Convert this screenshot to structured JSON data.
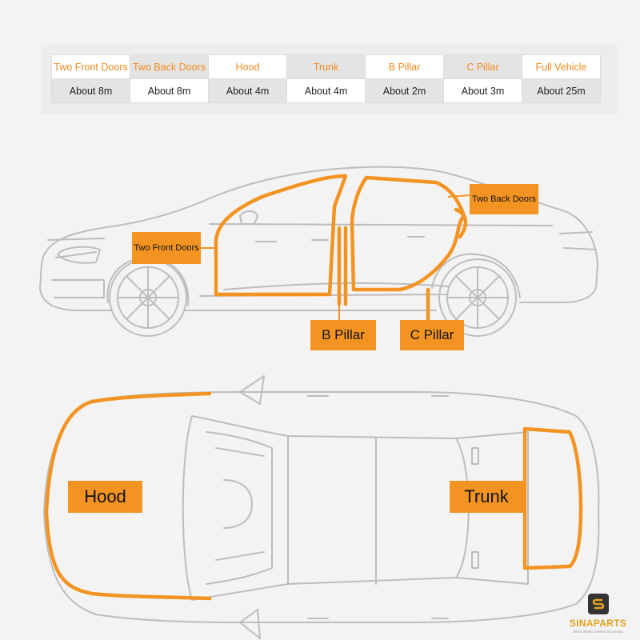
{
  "table": {
    "headers": [
      "Two Front Doors",
      "Two Back Doors",
      "Hood",
      "Trunk",
      "B Pillar",
      "C Pillar",
      "Full Vehicle"
    ],
    "values": [
      "About 8m",
      "About 8m",
      "About 4m",
      "About 4m",
      "About 2m",
      "About 3m",
      "About 25m"
    ]
  },
  "callouts": {
    "front_doors": "Two Front Doors",
    "back_doors": "Two Back Doors",
    "b_pillar": "B Pillar",
    "c_pillar": "C Pillar",
    "hood": "Hood",
    "trunk": "Trunk"
  },
  "logo": {
    "name": "SINAPARTS",
    "tagline": "Since driven, forever accessory",
    "icon": "sinaparts-s-badge-icon"
  },
  "colors": {
    "accent": "#f39422",
    "outline": "#bdbdbd",
    "background": "#f3f3f3"
  }
}
